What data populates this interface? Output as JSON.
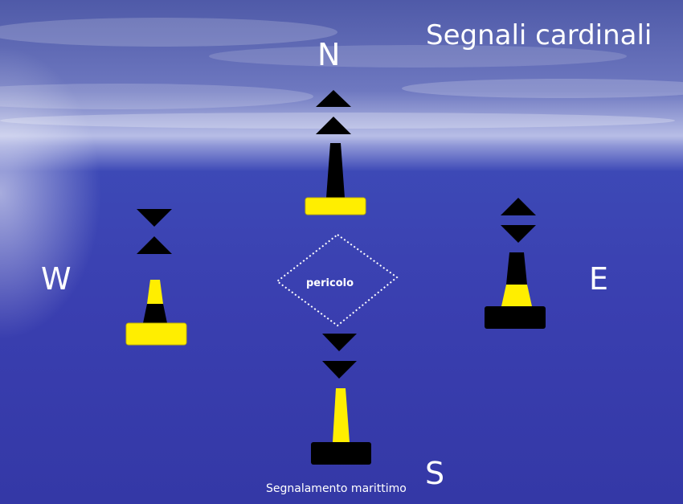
{
  "title": "Segnali cardinali",
  "directions": {
    "north": "N",
    "south": "S",
    "east": "E",
    "west": "W"
  },
  "center_label": "pericolo",
  "footer": "Segnalamento marittimo",
  "colors": {
    "yellow": "#ffee00",
    "black": "#000000",
    "sea": "#3a3fb0"
  },
  "buoys": {
    "north": {
      "topmark": "two cones pointing up",
      "pattern": "black over yellow"
    },
    "east": {
      "topmark": "two cones base to base",
      "pattern": "black, yellow band, black"
    },
    "south": {
      "topmark": "two cones pointing down",
      "pattern": "yellow over black"
    },
    "west": {
      "topmark": "two cones point to point",
      "pattern": "yellow, black band, yellow"
    }
  }
}
